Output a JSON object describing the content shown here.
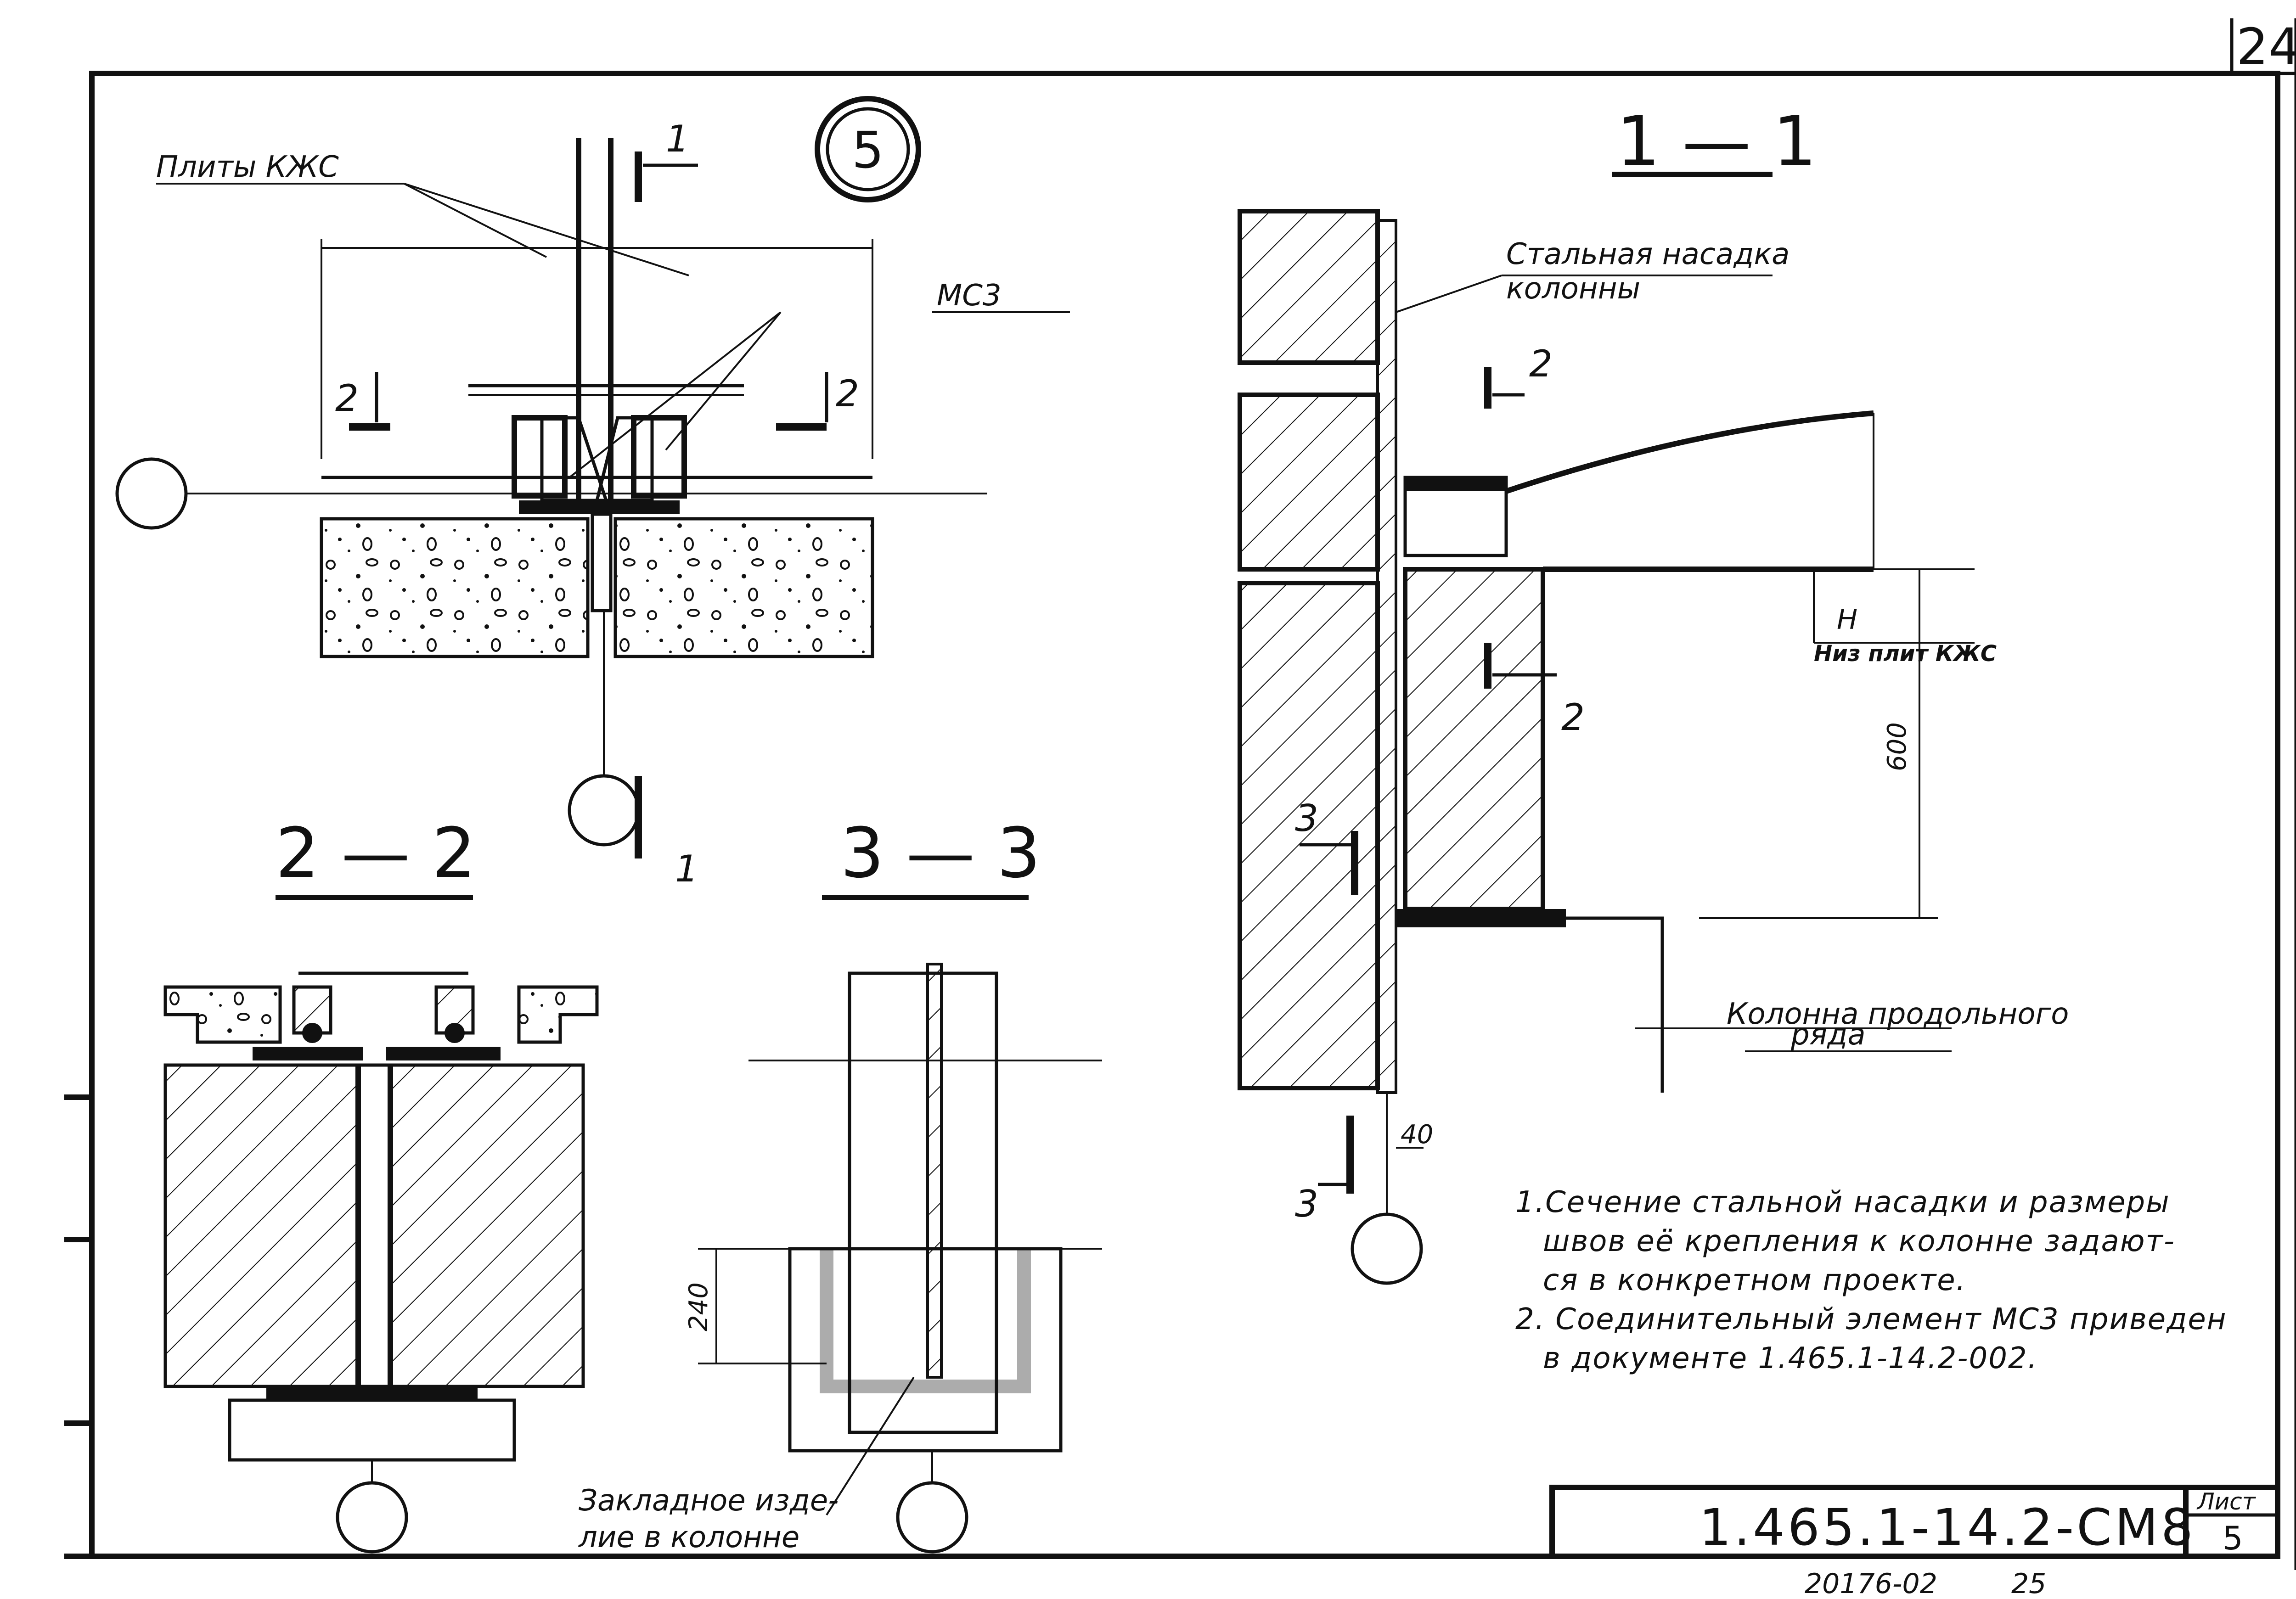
{
  "sheet": {
    "sheet_number_top": "24",
    "detail_number": "5",
    "document_code": "1.465.1-14.2-СМ8",
    "list_label": "Лист",
    "list_number": "5",
    "archive_number": "20176-02",
    "page_number": "25"
  },
  "plan_view": {
    "label_plates": "Плиты КЖС",
    "label_mc3": "МС3",
    "cut_1_top": "1",
    "cut_1_bottom": "1",
    "cut_2_left": "2",
    "cut_2_right": "2"
  },
  "section_1_1": {
    "title": "1 — 1",
    "label_steel_cap_line1": "Стальная насадка",
    "label_steel_cap_line2": "колонны",
    "cut_2_top": "2",
    "cut_2_mid": "2",
    "cut_3_mid": "3",
    "cut_3_bottom": "3",
    "level_mark": "Н",
    "level_label": "Низ плит КЖС",
    "dim_600": "600",
    "dim_40": "40",
    "label_column_line1": "Колонна продольного",
    "label_column_line2": "ряда"
  },
  "section_2_2": {
    "title": "2 — 2"
  },
  "section_3_3": {
    "title": "3 — 3",
    "dim_240": "240",
    "label_embedded_line1": "Закладное изде-",
    "label_embedded_line2": "лие в колонне"
  },
  "notes": {
    "items": [
      "1.Сечение стальной насадки и размеры",
      "швов её крепления к колонне задают-",
      "ся в конкретном проекте.",
      "2. Соединительный элемент МС3 приведен",
      "в документе 1.465.1-14.2-002."
    ]
  }
}
